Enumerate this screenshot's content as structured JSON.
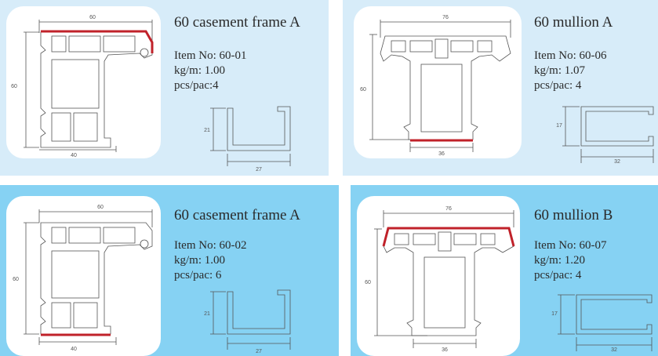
{
  "colors": {
    "light_panel": "#d7ecf9",
    "dark_panel": "#86d2f3",
    "card": "#ffffff",
    "outline": "#555555",
    "seal": "#c0222a"
  },
  "panels": [
    {
      "title": "60 casement frame A",
      "item": "Item No: 60-01",
      "weight": "kg/m: 1.00",
      "pack": "pcs/pac:4",
      "dims": {
        "width": "60",
        "height": "60",
        "base": "40",
        "sec_h": "21",
        "sec_w": "27"
      }
    },
    {
      "title": "60 mullion A",
      "item": "Item No: 60-06",
      "weight": "kg/m: 1.07",
      "pack": "pcs/pac: 4",
      "dims": {
        "width": "76",
        "height": "60",
        "base": "36",
        "sec_h": "17",
        "sec_w": "32"
      }
    },
    {
      "title": "60 casement frame A",
      "item": "Item No: 60-02",
      "weight": "kg/m: 1.00",
      "pack": "pcs/pac: 6",
      "dims": {
        "width": "60",
        "height": "60",
        "base": "40",
        "sec_h": "21",
        "sec_w": "27"
      }
    },
    {
      "title": "60 mullion B",
      "item": "Item No: 60-07",
      "weight": "kg/m: 1.20",
      "pack": "pcs/pac: 4",
      "dims": {
        "width": "76",
        "height": "60",
        "base": "36",
        "sec_h": "17",
        "sec_w": "32"
      }
    }
  ]
}
